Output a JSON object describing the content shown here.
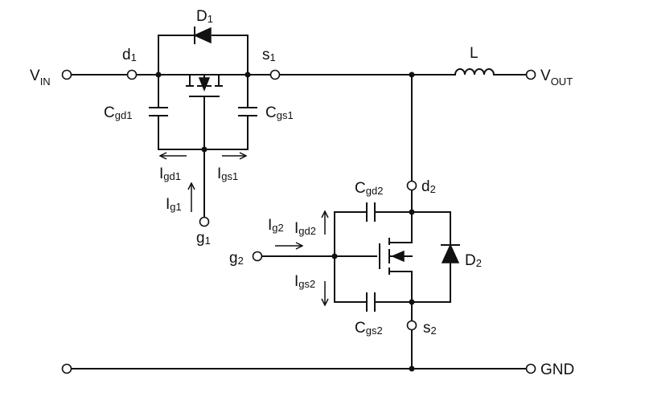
{
  "nodes": {
    "vin": {
      "main": "V",
      "sub": "IN"
    },
    "vout": {
      "main": "V",
      "sub": "OUT"
    },
    "gnd": {
      "main": "GND",
      "sub": ""
    },
    "d1": {
      "main": "d",
      "sub": "1"
    },
    "s1": {
      "main": "s",
      "sub": "1"
    },
    "g1": {
      "main": "g",
      "sub": "1"
    },
    "d2": {
      "main": "d",
      "sub": "2"
    },
    "s2": {
      "main": "s",
      "sub": "2"
    },
    "g2": {
      "main": "g",
      "sub": "2"
    }
  },
  "components": {
    "D1": {
      "main": "D",
      "sub": "1"
    },
    "D2": {
      "main": "D",
      "sub": "2"
    },
    "L": {
      "main": "L",
      "sub": ""
    },
    "Cgd1": {
      "main": "C",
      "sub": "gd1"
    },
    "Cgs1": {
      "main": "C",
      "sub": "gs1"
    },
    "Cgd2": {
      "main": "C",
      "sub": "gd2"
    },
    "Cgs2": {
      "main": "C",
      "sub": "gs2"
    }
  },
  "currents": {
    "Igd1": {
      "main": "I",
      "sub": "gd1"
    },
    "Igs1": {
      "main": "I",
      "sub": "gs1"
    },
    "Ig1": {
      "main": "I",
      "sub": "g1"
    },
    "Ig2": {
      "main": "I",
      "sub": "g2"
    },
    "Igd2": {
      "main": "I",
      "sub": "gd2"
    },
    "Igs2": {
      "main": "I",
      "sub": "gs2"
    }
  }
}
